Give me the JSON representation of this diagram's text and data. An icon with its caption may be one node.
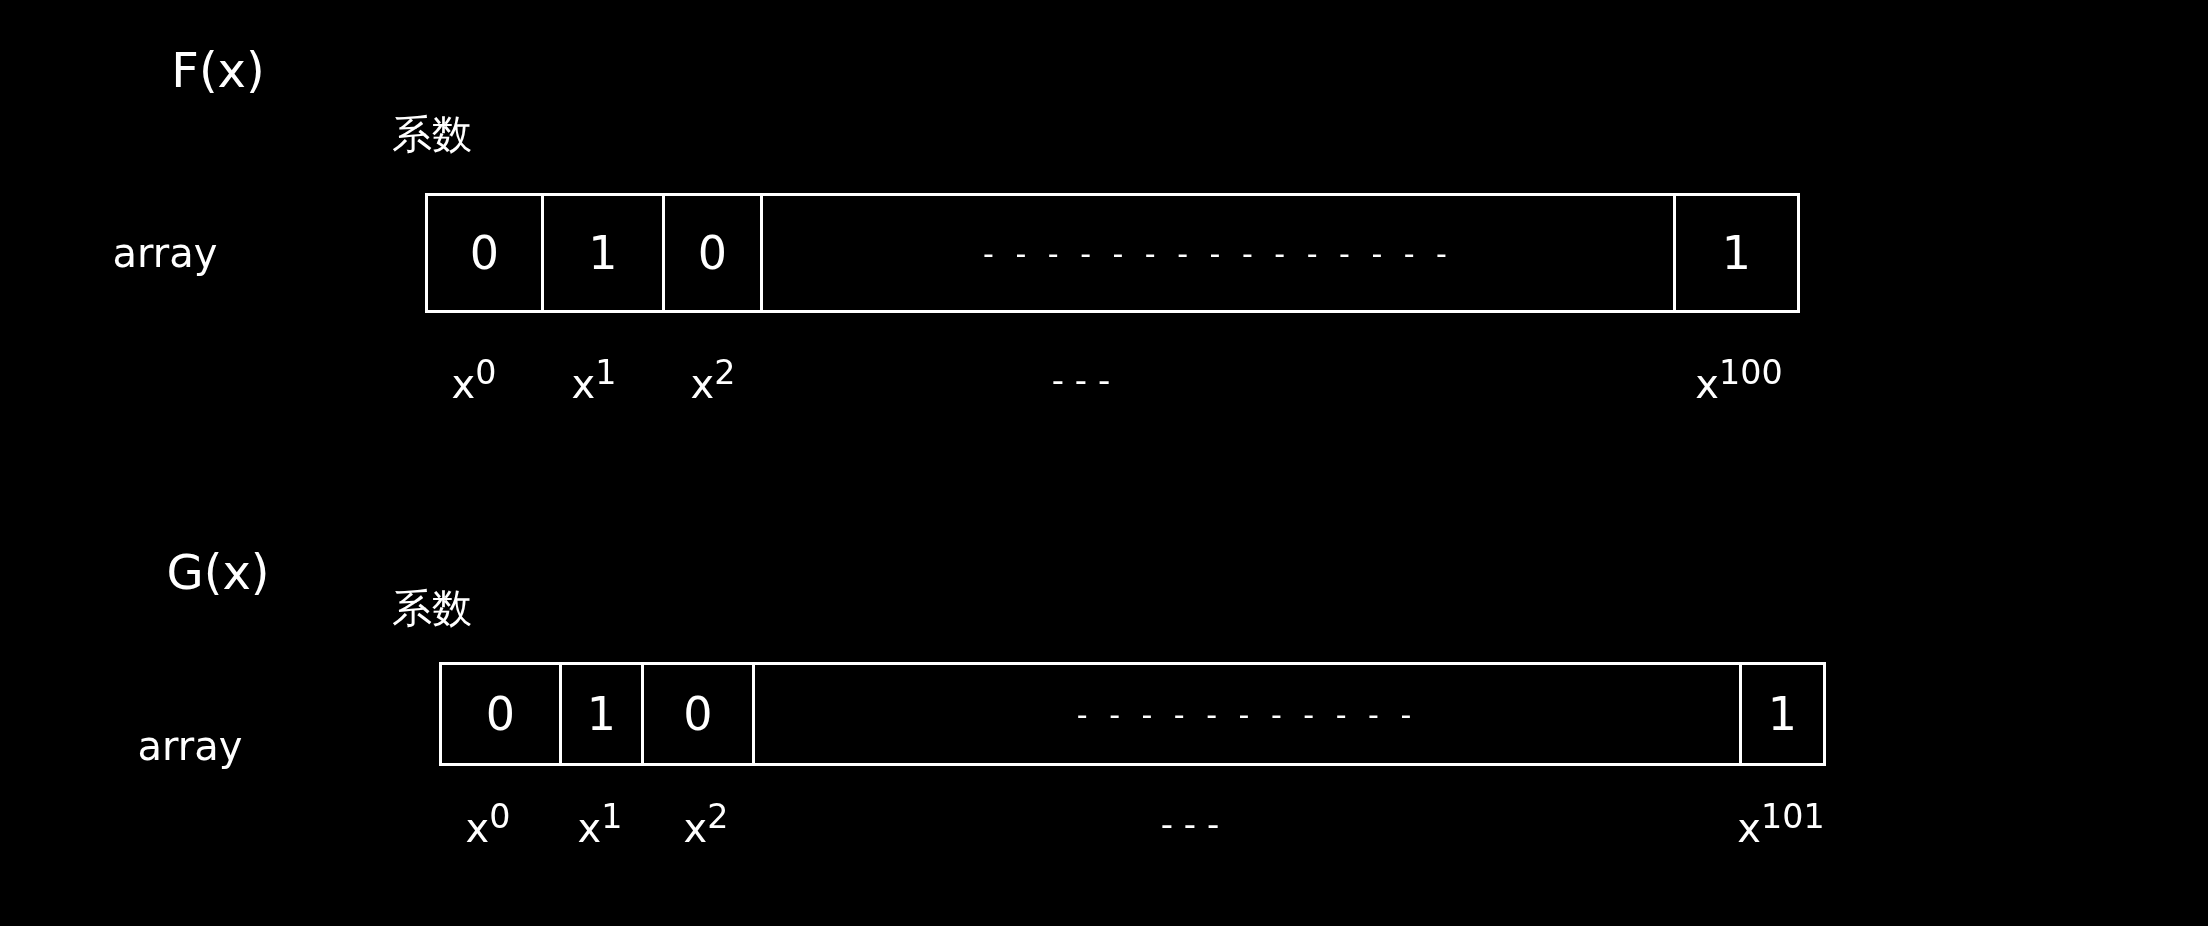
{
  "diagram": {
    "nodes": [
      {
        "text": [
          "0"
        ]
      },
      {
        "text": [
          "1"
        ]
      },
      {
        "text": [
          "0"
        ]
      },
      {
        "text": [
          "- - - - - - - - - - - - - - -"
        ]
      },
      {
        "text": [
          "1"
        ]
      },
      {
        "text": [
          "0"
        ]
      },
      {
        "text": [
          "1"
        ]
      },
      {
        "text": [
          "0"
        ]
      },
      {
        "text": [
          "- - - - - - - - - - -"
        ]
      },
      {
        "text": [
          "1"
        ]
      }
    ],
    "labels": [
      "F(x)",
      "系数",
      "array",
      "x$^{0}$",
      "x$^{1}$",
      "x$^{2}$",
      "- - -",
      "x$^{100}$",
      "G(x)",
      "系数",
      "array",
      "x$^{0}$",
      "x$^{1}$",
      "x$^{2}$",
      "- - -",
      "x$^{101}$"
    ]
  }
}
